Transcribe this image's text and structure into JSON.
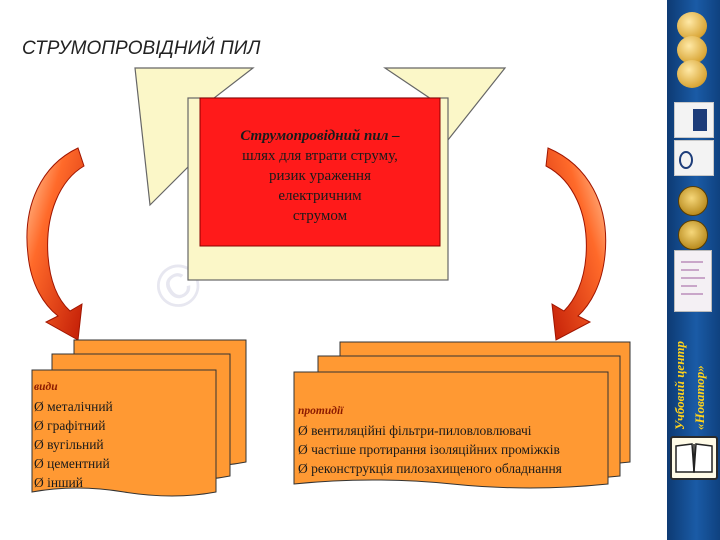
{
  "title": "СТРУМОПРОВІДНИЙ  ПИЛ",
  "watermark": "© B",
  "center": {
    "lead": "Струмопровідний пил –",
    "lines": [
      "шлях для втрати струму,",
      "ризик ураження",
      "електричним",
      "струмом"
    ]
  },
  "left_card": {
    "heading": "види",
    "items": [
      "металічний",
      "графітний",
      "вугільний",
      "цементний",
      "інший"
    ]
  },
  "right_card": {
    "heading": "протидії",
    "items": [
      "вентиляційні фільтри-пиловловлювачі",
      "частіше протирання ізоляційних проміжків",
      "реконструкція пилозахищеного обладнання"
    ]
  },
  "sidebar": {
    "vertical_text_1": "Учбовий центр",
    "vertical_text_2": "«Новатор»",
    "icons": [
      "coin-icon",
      "certificate-icon",
      "medal-icon",
      "document-icon",
      "book-icon"
    ]
  },
  "colors": {
    "red_box": "#ff1a1a",
    "cream": "#fbf7c8",
    "orange_card": "#ff9933",
    "arrow_red": "#e03010",
    "sidebar_blue": "#1a5ba6"
  }
}
